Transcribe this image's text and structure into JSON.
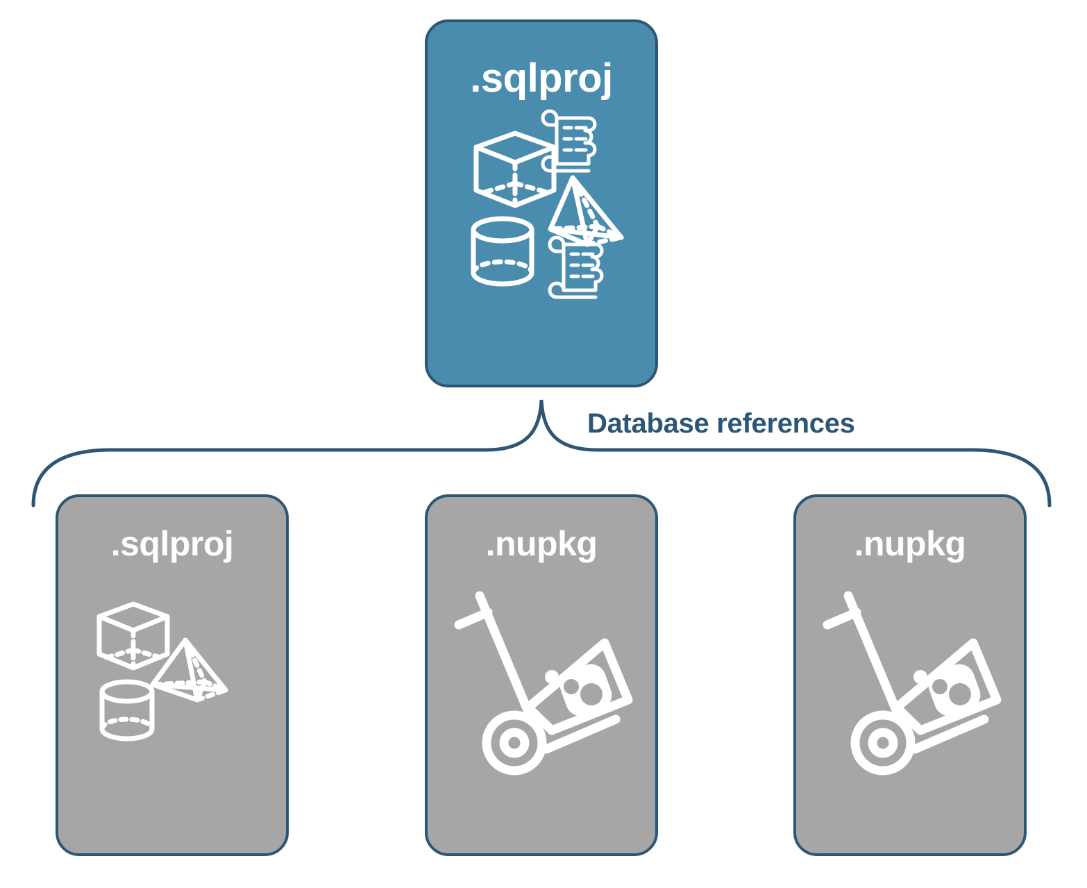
{
  "diagram": {
    "title": "Database references",
    "type": "hierarchy",
    "colors": {
      "primary_fill": "#4a8cae",
      "secondary_fill": "#a6a6a6",
      "border": "#2d5675",
      "label_text": "#2d5675",
      "node_text": "#ffffff",
      "background": "#ffffff"
    },
    "root": {
      "label": ".sqlproj",
      "fill": "primary",
      "icons": [
        "cube-icon",
        "scroll-icon",
        "pyramid-icon",
        "cylinder-icon",
        "scroll-icon"
      ]
    },
    "connector": {
      "kind": "brace",
      "label": "Database references"
    },
    "children": [
      {
        "label": ".sqlproj",
        "fill": "secondary",
        "icons": [
          "cube-icon",
          "pyramid-icon",
          "cylinder-icon"
        ]
      },
      {
        "label": ".nupkg",
        "fill": "secondary",
        "icons": [
          "hand-truck-package-icon"
        ]
      },
      {
        "label": ".nupkg",
        "fill": "secondary",
        "icons": [
          "hand-truck-package-icon"
        ]
      }
    ]
  }
}
